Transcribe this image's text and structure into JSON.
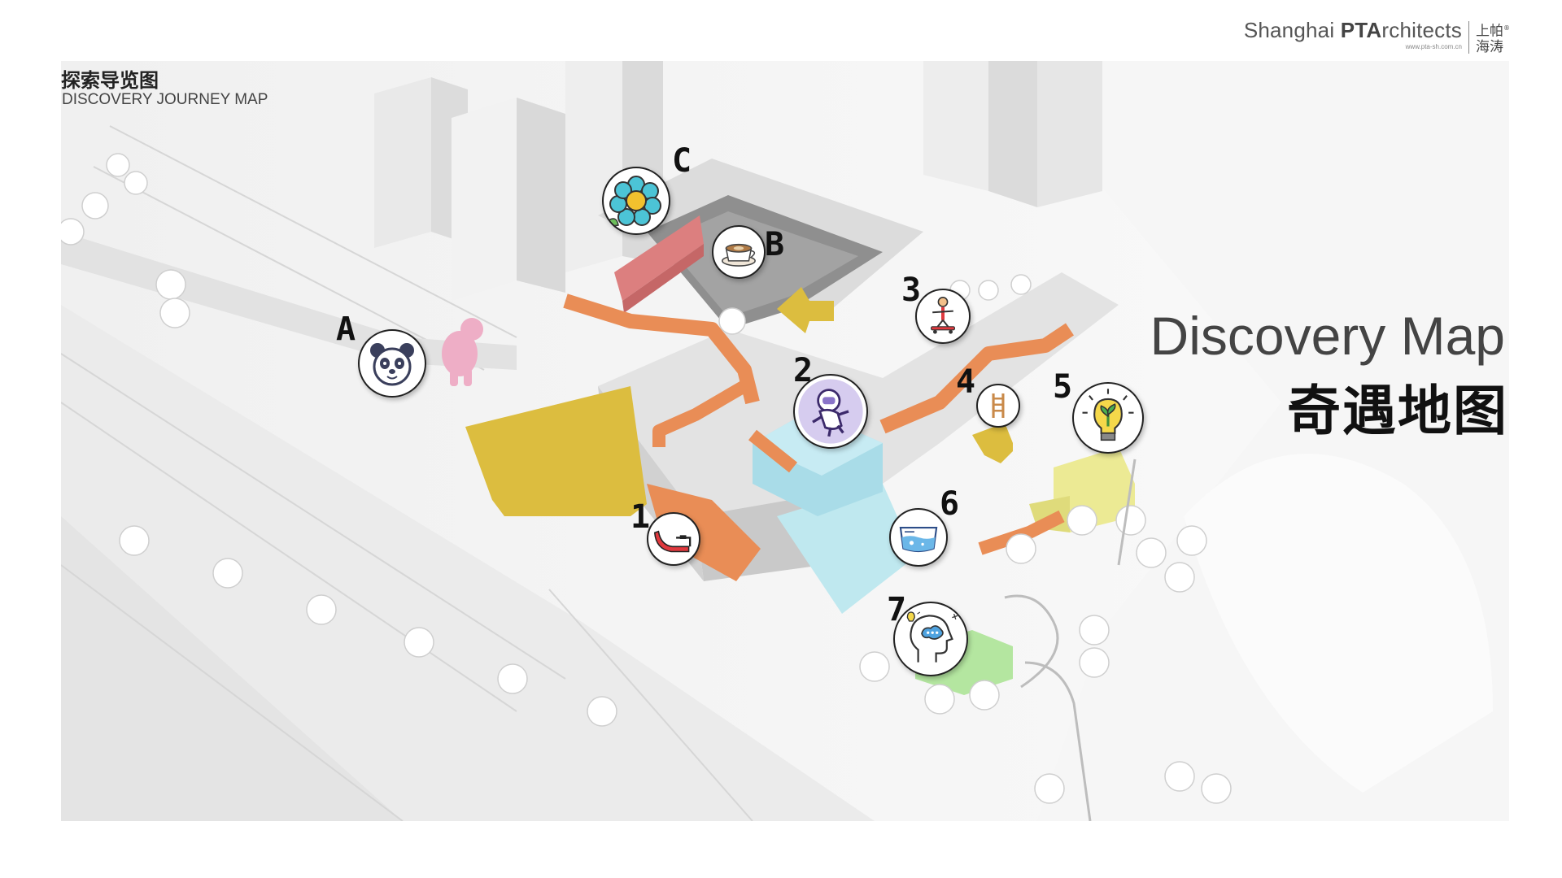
{
  "header": {
    "brand_en_light": "Shanghai ",
    "brand_en_bold": "PTA",
    "brand_en_rest": "rchitects",
    "brand_url": "www.pta-sh.com.cn",
    "brand_cn_line1": "上帕",
    "brand_cn_line2": "海涛",
    "brand_reg": "®"
  },
  "title": {
    "cn": "探索导览图",
    "en": "DISCOVERY JOURNEY MAP"
  },
  "discovery": {
    "en": "Discovery Map",
    "cn": "奇遇地图"
  },
  "markers": [
    {
      "label": "A",
      "icon": "panda-icon"
    },
    {
      "label": "B",
      "icon": "coffee-cup-icon"
    },
    {
      "label": "C",
      "icon": "flower-icon"
    },
    {
      "label": "1",
      "icon": "slide-icon"
    },
    {
      "label": "2",
      "icon": "astronaut-icon"
    },
    {
      "label": "3",
      "icon": "skateboard-icon"
    },
    {
      "label": "4",
      "icon": "ladder-icon"
    },
    {
      "label": "5",
      "icon": "plant-bulb-icon"
    },
    {
      "label": "6",
      "icon": "water-pool-icon"
    },
    {
      "label": "7",
      "icon": "head-thinking-icon"
    }
  ],
  "colors": {
    "route": "#e98d56",
    "arrow": "#dcbd3f",
    "pool": "#a9dce8",
    "cafe": "#dc7f7f",
    "lamp": "#ecea94",
    "pavilion": "#b4e6a0",
    "ground": "#f0f0f0"
  }
}
